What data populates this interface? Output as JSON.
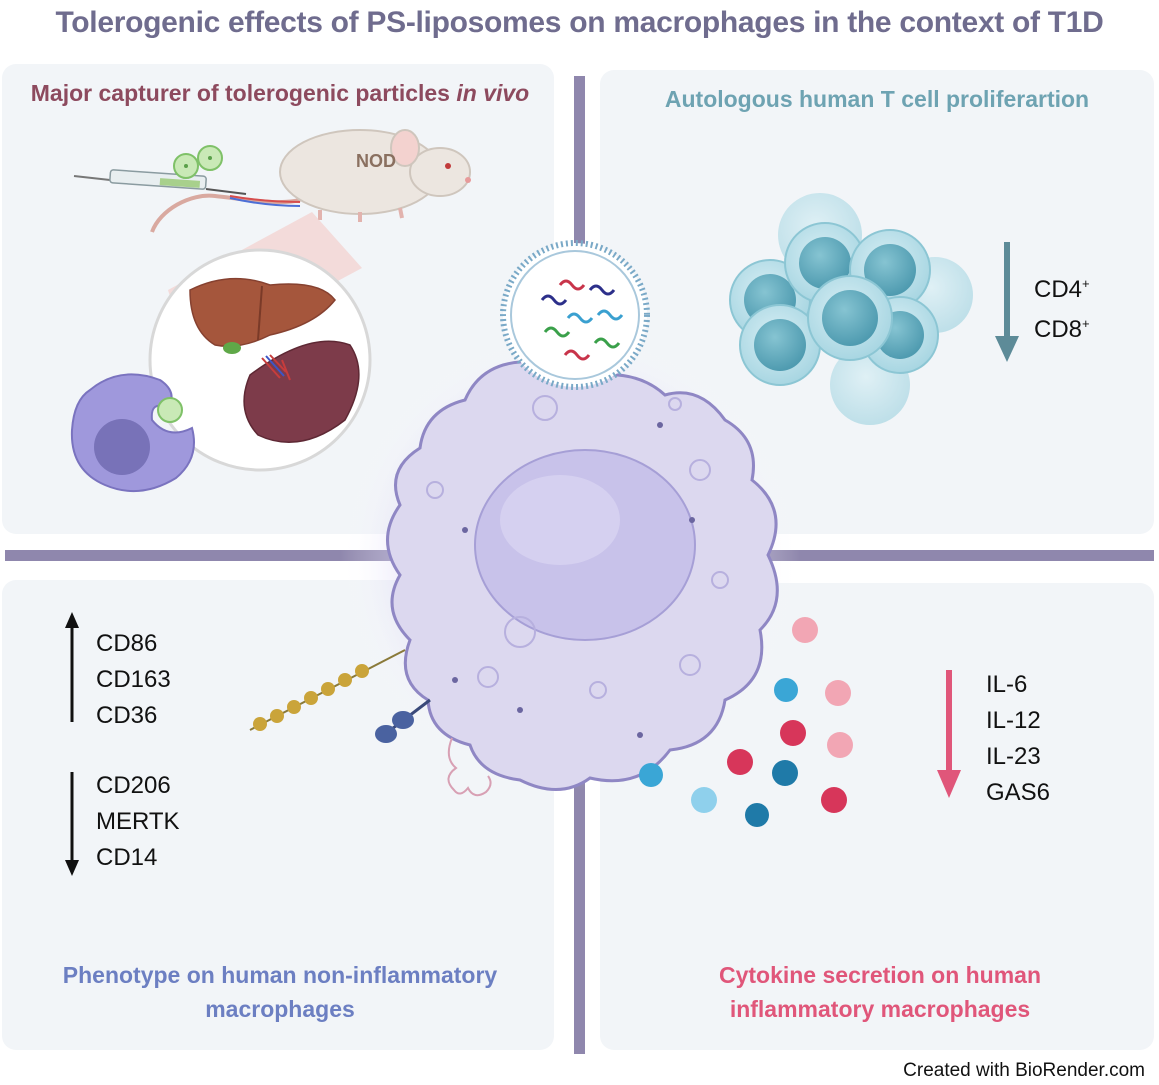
{
  "title": "Tolerogenic effects of PS-liposomes on macrophages in the context of T1D",
  "panels": {
    "top_left": {
      "title_prefix": "Major capturer of tolerogenic particles ",
      "title_italic": "in vivo",
      "mouse_label": "NOD"
    },
    "top_right": {
      "title": "Autologous human T cell proliferartion",
      "markers": [
        "CD4",
        "CD8"
      ],
      "marker_sup": "+",
      "direction": "down",
      "arrow_color": "#5d8b98"
    },
    "bottom_left": {
      "title": "Phenotype on human non-inflammatory macrophages",
      "up_markers": [
        "CD86",
        "CD163",
        "CD36"
      ],
      "down_markers": [
        "CD206",
        "MERTK",
        "CD14"
      ]
    },
    "bottom_right": {
      "title": "Cytokine secretion on human inflammatory macrophages",
      "markers": [
        "IL-6",
        "IL-12",
        "IL-23",
        "GAS6"
      ],
      "direction": "down",
      "arrow_color": "#e0567a"
    }
  },
  "footer": "Created with BioRender.com",
  "colors": {
    "title": "#6f6c8e",
    "divider": "#8f87ad",
    "panel_bg": "#f2f5f8",
    "macrophage": "#d9d6ee",
    "liver": "#a5563c",
    "spleen": "#7d3b4a"
  }
}
